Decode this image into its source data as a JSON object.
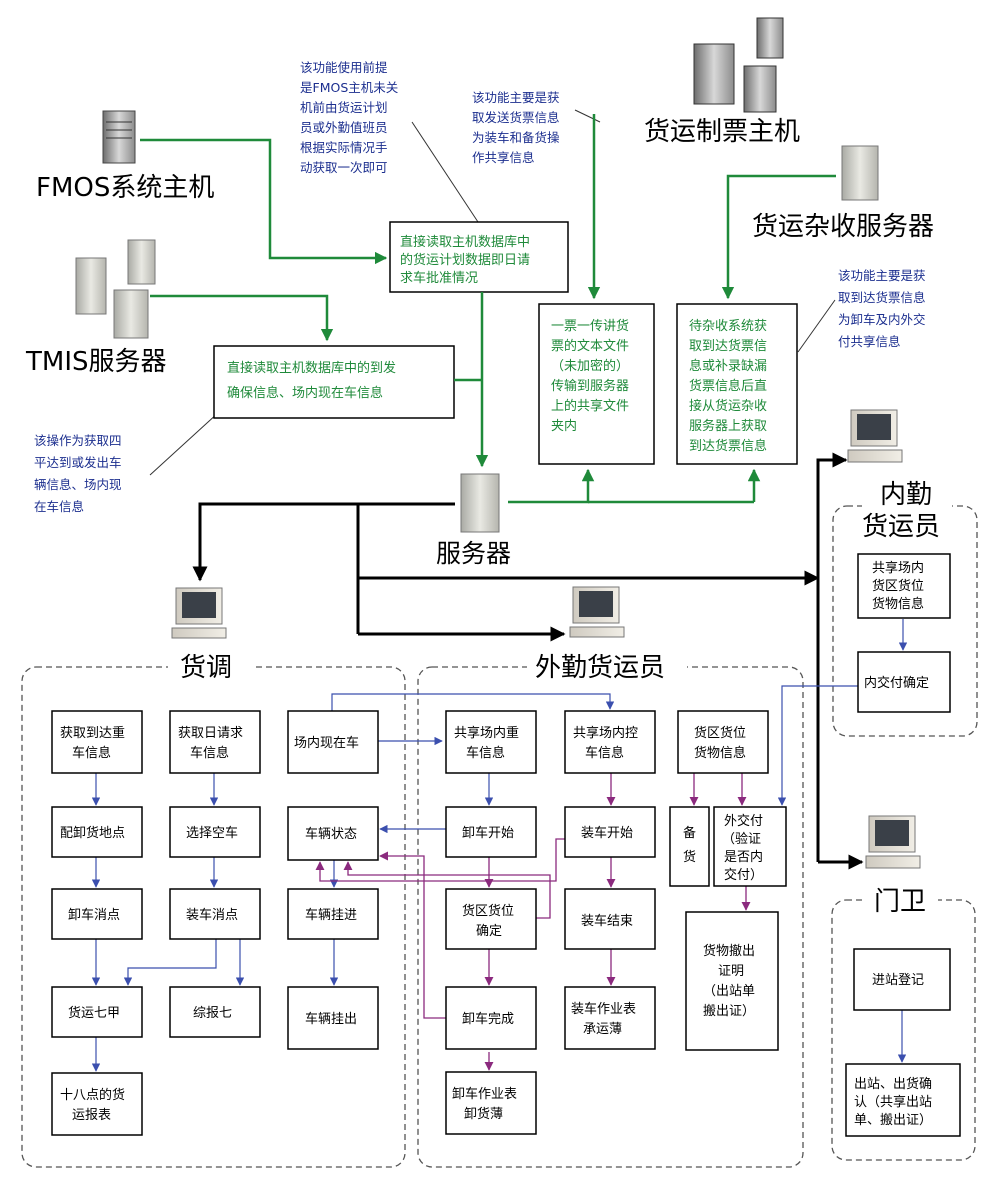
{
  "hosts": {
    "fmos": "FMOS系统主机",
    "tmis": "TMIS服务器",
    "ticket": "货运制票主机",
    "misc": "货运杂收服务器",
    "server": "服务器"
  },
  "notes": {
    "fmos_note": [
      "该功能使用前提",
      "是FMOS主机未关",
      "机前由货运计划",
      "员或外勤值班员",
      "根据实际情况手",
      "动获取一次即可"
    ],
    "ticket_note": [
      "该功能主要是获",
      "取发送货票信息",
      "为装车和备货操",
      "作共享信息"
    ],
    "misc_note": [
      "该功能主要是获",
      "取到达货票信息",
      "为卸车及内外交",
      "付共享信息"
    ],
    "tmis_note": [
      "该操作为获取四",
      "平达到或发出车",
      "辆信息、场内现",
      "在车信息"
    ]
  },
  "green_boxes": {
    "plan": [
      "直接读取主机数据库中",
      "的货运计划数据即日请",
      "求车批准情况"
    ],
    "tmis_read": [
      "直接读取主机数据库中的到发",
      "确保信息、场内现在车信息"
    ],
    "text_file": [
      "一票一传讲货",
      "票的文本文件",
      "（未加密的）",
      "传输到服务器",
      "上的共享文件",
      "夹内"
    ],
    "misc_read": [
      "待杂收系统获",
      "取到达货票信",
      "息或补录缺漏",
      "货票信息后直",
      "接从货运杂收",
      "服务器上获取",
      "到达货票信息"
    ]
  },
  "sections": {
    "dispatch": "货调",
    "field": "外勤货运员",
    "inner": [
      "内勤",
      "货运员"
    ],
    "gate": "门卫"
  },
  "dispatch_boxes": {
    "get_arrival": [
      "获取到达重",
      "车信息"
    ],
    "get_request": [
      "获取日请求",
      "车信息"
    ],
    "on_site": [
      "场内现在车"
    ],
    "assign_unload": [
      "配卸货地点"
    ],
    "select_empty": [
      "选择空车"
    ],
    "vehicle_status": [
      "车辆状态"
    ],
    "unload_checkin": [
      "卸车消点"
    ],
    "load_checkin": [
      "装车消点"
    ],
    "hook_in": [
      "车辆挂进"
    ],
    "freight_7a": [
      "货运七甲"
    ],
    "report_7": [
      "综报七"
    ],
    "hook_out": [
      "车辆挂出"
    ],
    "report_18": [
      "十八点的货",
      "运报表"
    ]
  },
  "field_boxes": {
    "share_heavy": [
      "共享场内重",
      "车信息"
    ],
    "share_control": [
      "共享场内控",
      "车信息"
    ],
    "cargo_slot": [
      "货区货位",
      "货物信息"
    ],
    "unload_start": [
      "卸车开始"
    ],
    "load_start": [
      "装车开始"
    ],
    "prepare": [
      "备",
      "货"
    ],
    "outer_handover": [
      "外交付",
      "（验证",
      "是否内",
      "交付）"
    ],
    "slot_confirm": [
      "货区货位",
      "确定"
    ],
    "load_end": [
      "装车结束"
    ],
    "removal_cert": [
      "货物撤出",
      "证明",
      "（出站单",
      "搬出证）"
    ],
    "unload_done": [
      "卸车完成"
    ],
    "load_sheet": [
      "装车作业表",
      "承运薄"
    ],
    "unload_sheet": [
      "卸车作业表",
      "卸货薄"
    ]
  },
  "inner_boxes": {
    "share_slot": [
      "共享场内",
      "货区货位",
      "货物信息"
    ],
    "inner_confirm": [
      "内交付确定"
    ]
  },
  "gate_boxes": {
    "entry": [
      "进站登记"
    ],
    "exit": [
      "出站、出货确",
      "认（共享出站",
      "单、搬出证）"
    ]
  },
  "colors": {
    "green_flow": "#1f8a3a",
    "black_flow": "#000000",
    "blue_flow": "#3b4fae",
    "purple_flow": "#8b2a7e",
    "note_text": "#1c2f8f",
    "green_text": "#1f8a3a"
  }
}
